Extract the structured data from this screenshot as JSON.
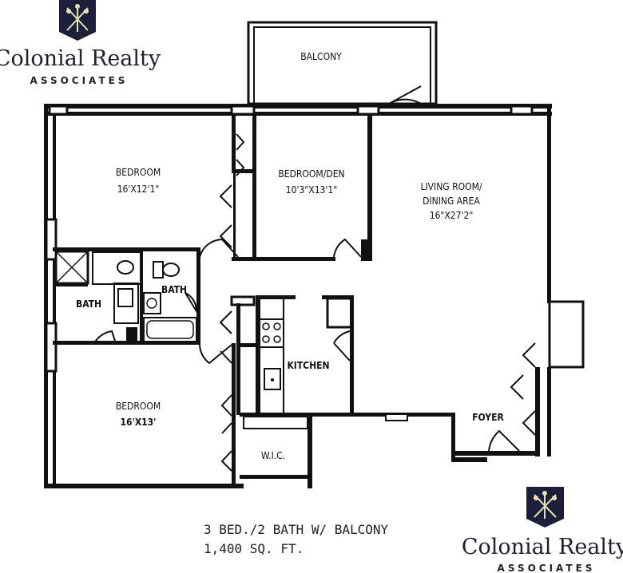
{
  "brand": {
    "name": "Colonial Realty",
    "tagline": "ASSOCIATES",
    "emblem_color": "#1c1f3a",
    "emblem_accent": "#e8e0b8"
  },
  "rooms": {
    "balcony": {
      "name": "BALCONY"
    },
    "bedroom1": {
      "name": "BEDROOM",
      "size": "16'X12'1\""
    },
    "den": {
      "name": "BEDROOM/DEN",
      "size": "10'3\"X13'1\""
    },
    "living": {
      "name_line1": "LIVING ROOM/",
      "name_line2": "DINING AREA",
      "size": "16\"X27'2\""
    },
    "bath1": {
      "name": "BATH"
    },
    "bath2": {
      "name": "BATH"
    },
    "kitchen": {
      "name": "KITCHEN"
    },
    "bedroom2": {
      "name": "BEDROOM",
      "size": "16'X13'"
    },
    "wic": {
      "name": "W.I.C."
    },
    "foyer": {
      "name": "FOYER"
    }
  },
  "caption": {
    "line1": "3 BED./2 BATH W/ BALCONY",
    "line2": "1,400 SQ. FT."
  }
}
